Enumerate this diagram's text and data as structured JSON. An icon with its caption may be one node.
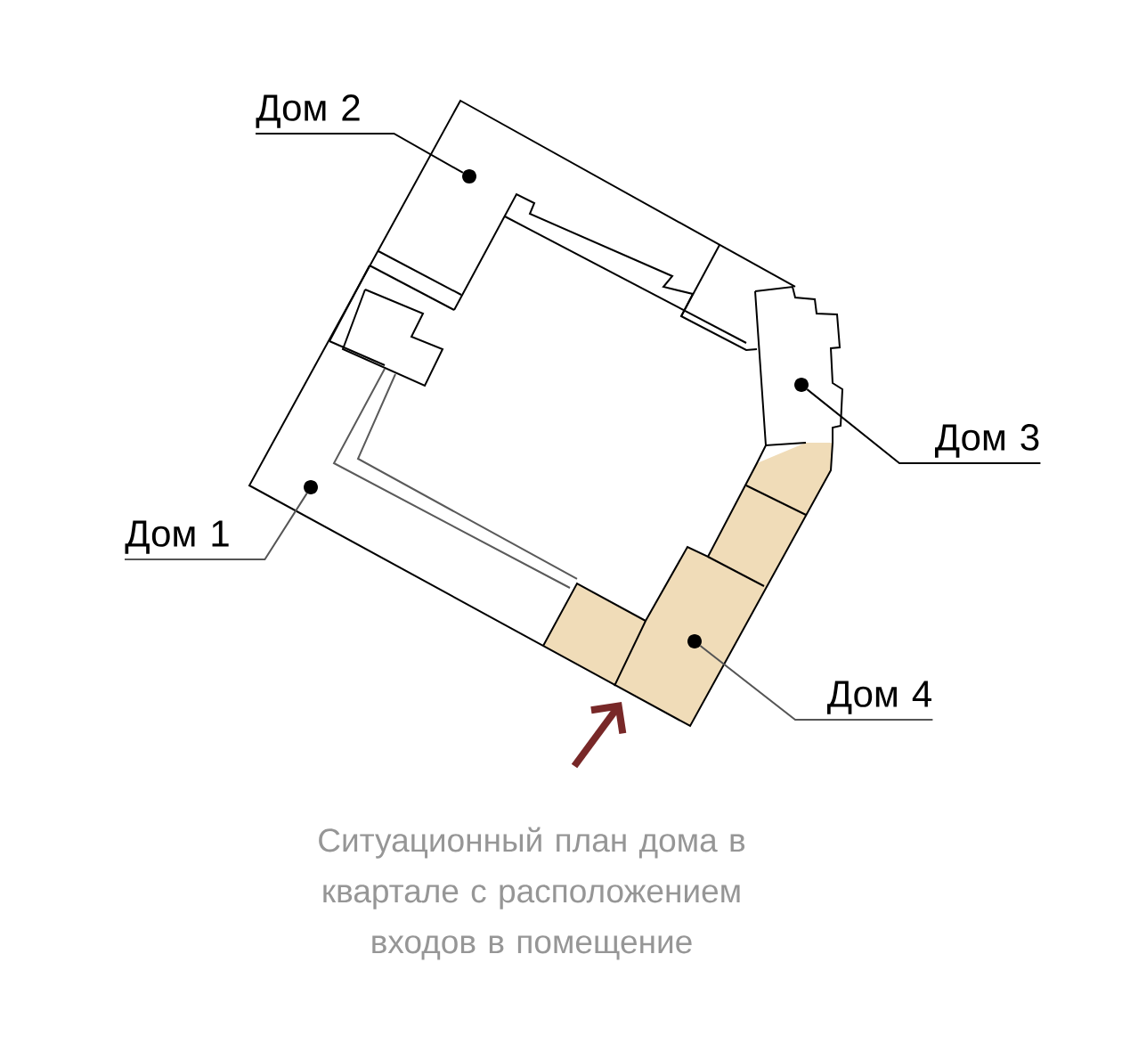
{
  "diagram": {
    "caption": "Ситуационный план дома в квартале с расположением входов в помещение",
    "nodes": [
      {
        "text": [
          "Дом 2"
        ]
      },
      {
        "text": [],
        "shape": "circle"
      },
      {
        "text": [
          "Дом 3"
        ]
      },
      {
        "text": [],
        "shape": "circle"
      },
      {
        "text": [
          "Дом 1"
        ]
      },
      {
        "text": [],
        "shape": "circle"
      },
      {
        "text": [
          "Дом 4"
        ]
      },
      {
        "text": [],
        "shape": "circle"
      }
    ],
    "edges": [
      {
        "from": 0,
        "to": 1,
        "arrow": "none"
      },
      {
        "from": 2,
        "to": 3,
        "arrow": "none"
      },
      {
        "from": 4,
        "to": 5,
        "arrow": "none",
        "color": "#555555"
      },
      {
        "from": 6,
        "to": 7,
        "arrow": "none",
        "color": "#555555"
      }
    ]
  }
}
